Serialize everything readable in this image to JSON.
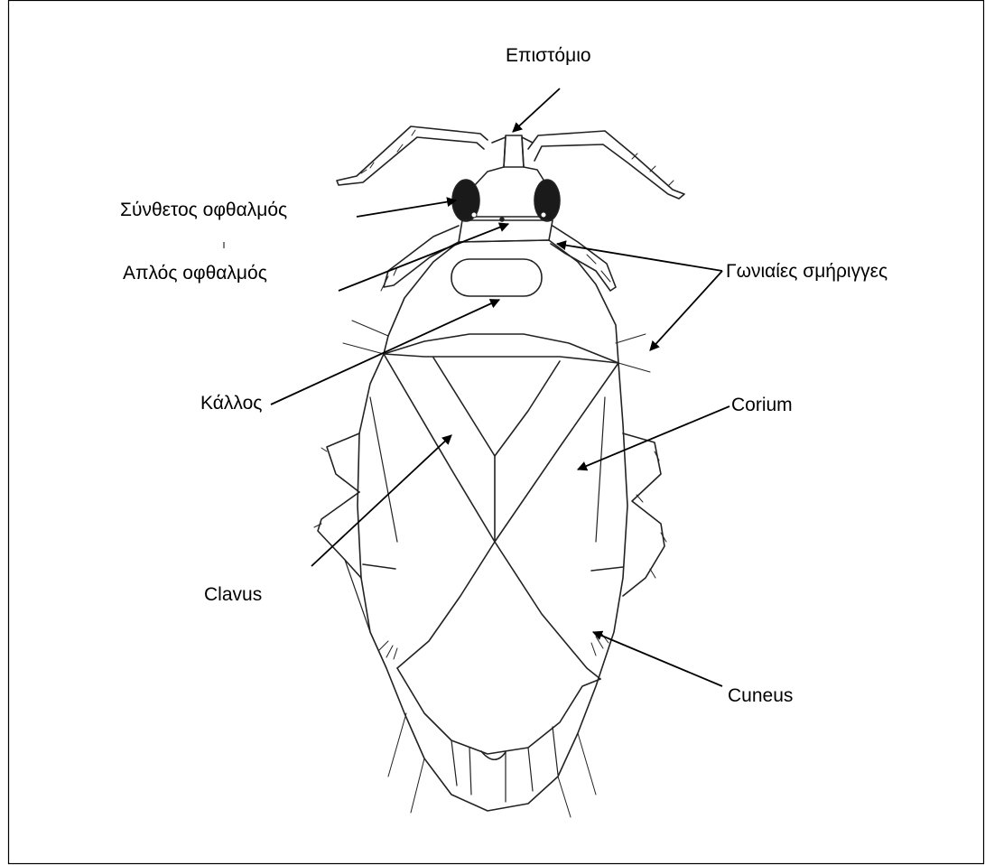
{
  "labels": {
    "epistomio": "Επιστόμιο",
    "compound_eye": "Σύνθετος οφθαλμός",
    "simple_eye": "Απλός οφθαλμός",
    "corner_glands": "Γωνιαίες σμήριγγες",
    "callus": "Κάλλος",
    "corium": "Corium",
    "clavus": "Clavus",
    "cuneus": "Cuneus"
  }
}
